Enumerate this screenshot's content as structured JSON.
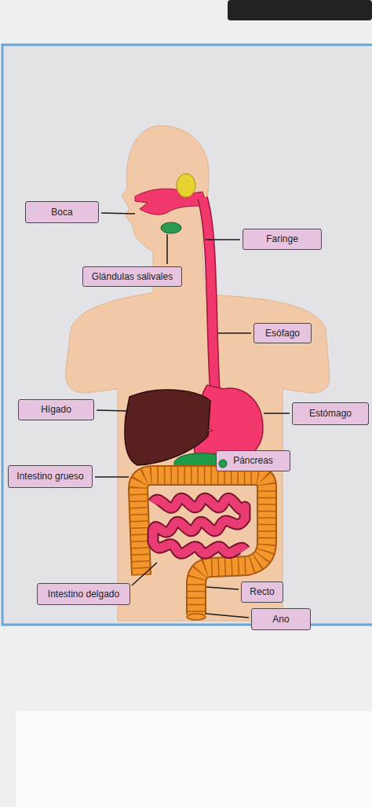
{
  "diagram": {
    "nodes": [
      {
        "text": [
          "Boca"
        ]
      },
      {
        "text": [
          "Faringe"
        ]
      },
      {
        "text": [
          "Glándulas salivales"
        ]
      },
      {
        "text": [
          "Esófago"
        ]
      },
      {
        "text": [
          "Hígado"
        ]
      },
      {
        "text": [
          "Estómago"
        ]
      },
      {
        "text": [
          "Páncreas"
        ]
      },
      {
        "text": [
          "Intestino grueso"
        ]
      },
      {
        "text": [
          "Intestino delgado"
        ]
      },
      {
        "text": [
          "Recto"
        ]
      },
      {
        "text": [
          "Ano"
        ]
      }
    ]
  }
}
